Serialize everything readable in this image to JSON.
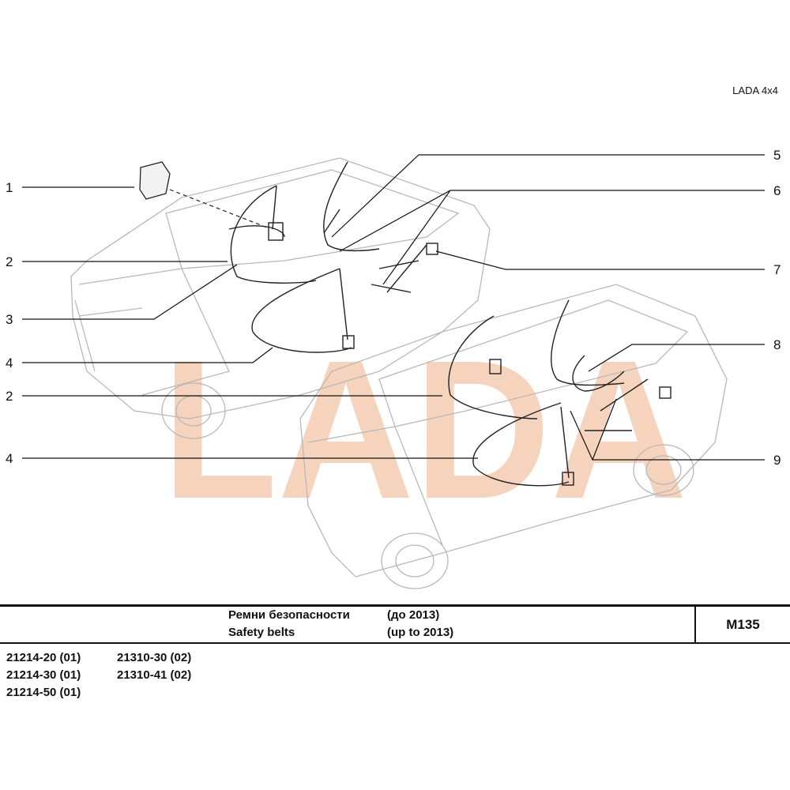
{
  "header": {
    "brand": "LADA 4x4"
  },
  "watermark": "LADA",
  "callouts_left": [
    {
      "label": "1"
    },
    {
      "label": "2"
    },
    {
      "label": "3"
    },
    {
      "label": "4"
    },
    {
      "label": "2"
    },
    {
      "label": "4"
    }
  ],
  "callouts_right": [
    {
      "label": "5"
    },
    {
      "label": "6"
    },
    {
      "label": "7"
    },
    {
      "label": "8"
    },
    {
      "label": "9"
    }
  ],
  "title_block": {
    "title_ru": "Ремни безопасности",
    "period_ru": "(до 2013)",
    "title_en": "Safety belts",
    "period_en": "(up to 2013)",
    "code": "M135"
  },
  "models": {
    "col1": [
      "21214-20 (01)",
      "21214-30 (01)",
      "21214-50 (01)"
    ],
    "col2": [
      "21310-30 (02)",
      "21310-41 (02)"
    ]
  },
  "colors": {
    "watermark": "#f6d3bd",
    "line": "#111111",
    "car_outline": "#b8b8b8"
  }
}
